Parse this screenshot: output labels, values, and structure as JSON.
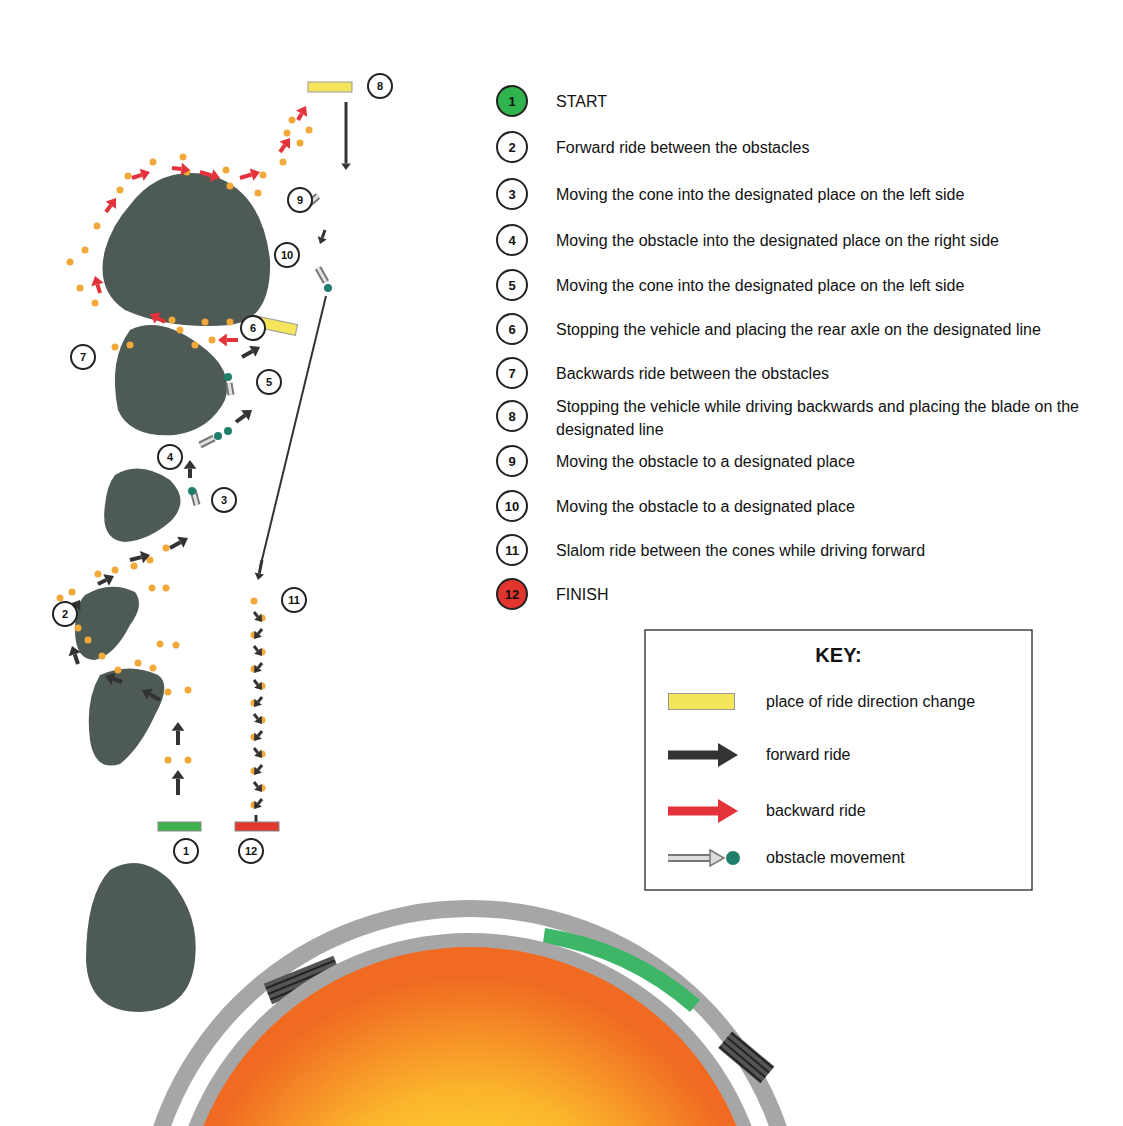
{
  "diagram": {
    "nodes": [
      {
        "text": [
          "1"
        ]
      },
      {
        "text": [
          "2"
        ]
      },
      {
        "text": [
          "3"
        ]
      },
      {
        "text": [
          "4"
        ]
      },
      {
        "text": [
          "5"
        ]
      },
      {
        "text": [
          "6"
        ]
      },
      {
        "text": [
          "7"
        ]
      },
      {
        "text": [
          "8"
        ]
      },
      {
        "text": [
          "9"
        ]
      },
      {
        "text": [
          "10"
        ]
      },
      {
        "text": [
          "11"
        ]
      },
      {
        "text": [
          "12"
        ]
      },
      {
        "text": [
          "KEY:"
        ]
      },
      {
        "text": [
          "1"
        ]
      },
      {
        "text": [
          "2"
        ]
      },
      {
        "text": [
          "3"
        ]
      },
      {
        "text": [
          "4"
        ]
      },
      {
        "text": [
          "5"
        ]
      },
      {
        "text": [
          "6"
        ]
      },
      {
        "text": [
          "7"
        ]
      },
      {
        "text": [
          "8"
        ]
      },
      {
        "text": [
          "9"
        ]
      },
      {
        "text": [
          "10"
        ]
      },
      {
        "text": [
          "11"
        ]
      },
      {
        "text": [
          "12"
        ]
      }
    ],
    "labels": [
      "START",
      "Forward ride between the obstacles",
      "Moving the cone into the designated place on the left side",
      "Moving the obstacle into the designated place on the right side",
      "Moving the cone into the designated place on the left side",
      "Stopping the vehicle and placing the rear axle on the designated line",
      "Backwards ride between the obstacles",
      "Stopping the vehicle while driving backwards and placing the blade on the designated line",
      "Moving the obstacle to a designated place",
      "Moving the obstacle to a designated place",
      "Slalom ride between the cones while driving forward",
      "FINISH"
    ],
    "legend": [
      {
        "text": "place of ride direction change",
        "color": "#f4e55c"
      },
      {
        "text": "forward ride"
      },
      {
        "text": "backward ride"
      },
      {
        "text": "obstacle movement"
      }
    ]
  }
}
